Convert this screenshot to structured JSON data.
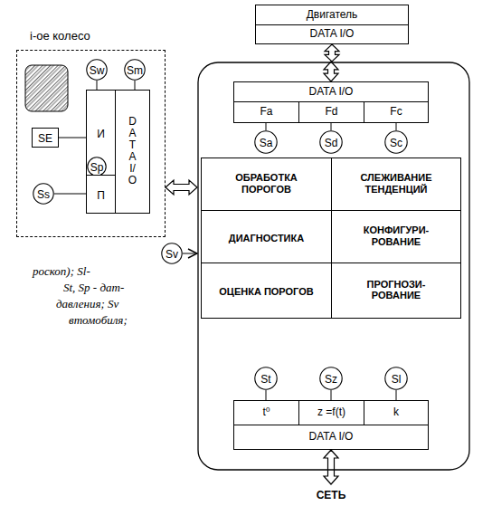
{
  "diagram": {
    "nodes": [
      {
        "text": [
          "i-ое колесо"
        ]
      },
      {
        "text": [
          "Sw"
        ],
        "in": 0
      },
      {
        "text": [
          "Sm"
        ],
        "in": 0
      },
      {
        "text": [
          "SE"
        ],
        "in": 0
      },
      {
        "text": [
          "И"
        ],
        "in": 0
      },
      {
        "text": [
          "Sp"
        ],
        "in": 0
      },
      {
        "text": [
          "П"
        ],
        "in": 0
      },
      {
        "text": [
          "Ss"
        ],
        "in": 0
      },
      {
        "text": [
          "DATA I/O"
        ],
        "in": 0
      },
      {
        "text": [
          "Двигатель",
          "DATA I/O"
        ]
      },
      {
        "text": []
      },
      {
        "text": [
          "DATA I/O",
          "Fa",
          "Fd",
          "Fc"
        ],
        "in": 10
      },
      {
        "text": [
          "Sa"
        ],
        "in": 10
      },
      {
        "text": [
          "Sd"
        ],
        "in": 10
      },
      {
        "text": [
          "Sc"
        ],
        "in": 10
      },
      {
        "text": [
          "ОБРАБОТКА ПОРОГОВ"
        ],
        "in": 10
      },
      {
        "text": [
          "СЛЕЖИВАНИЕ ТЕНДЕНЦИЙ"
        ],
        "in": 10
      },
      {
        "text": [
          "ДИАГНОСТИКА"
        ],
        "in": 10
      },
      {
        "text": [
          "КОНФИГУРИ- РОВАНИЕ"
        ],
        "in": 10
      },
      {
        "text": [
          "ОЦЕНКА ПОРОГОВ"
        ],
        "in": 10
      },
      {
        "text": [
          "ПРОГНОЗИ- РОВАНИЕ"
        ],
        "in": 10
      },
      {
        "text": [
          "St"
        ],
        "in": 10
      },
      {
        "text": [
          "Sz"
        ],
        "in": 10
      },
      {
        "text": [
          "Sl"
        ],
        "in": 10
      },
      {
        "text": [
          "t⁰",
          "z =f(t)",
          "k",
          "DATA I/O"
        ],
        "in": 10
      },
      {
        "text": [
          "Sv"
        ]
      }
    ],
    "edges": [
      {
        "from": 1,
        "to": 4,
        "arrow": "none"
      },
      {
        "from": 2,
        "to": 8,
        "arrow": "none"
      },
      {
        "from": 3,
        "to": 4,
        "arrow": "none"
      },
      {
        "from": 7,
        "to": 6,
        "arrow": "none"
      },
      {
        "from": 0,
        "to": 10,
        "arrow": "both"
      },
      {
        "from": 9,
        "to": 10,
        "arrow": "both"
      },
      {
        "from": 10,
        "to": 11,
        "arrow": "both"
      },
      {
        "from": 12,
        "to": 11,
        "arrow": "none"
      },
      {
        "from": 13,
        "to": 11,
        "arrow": "none"
      },
      {
        "from": 14,
        "to": 11,
        "arrow": "none"
      },
      {
        "from": 21,
        "to": 24,
        "arrow": "none"
      },
      {
        "from": 22,
        "to": 24,
        "arrow": "none"
      },
      {
        "from": 23,
        "to": 24,
        "arrow": "none"
      },
      {
        "from": 25,
        "to": 10,
        "arrow": "to"
      }
    ],
    "labels": [
      "СЕТЬ",
      "роскоп); Sl-",
      "St, Sp - дат-",
      "давления; Sv",
      "втомобиля;"
    ]
  }
}
